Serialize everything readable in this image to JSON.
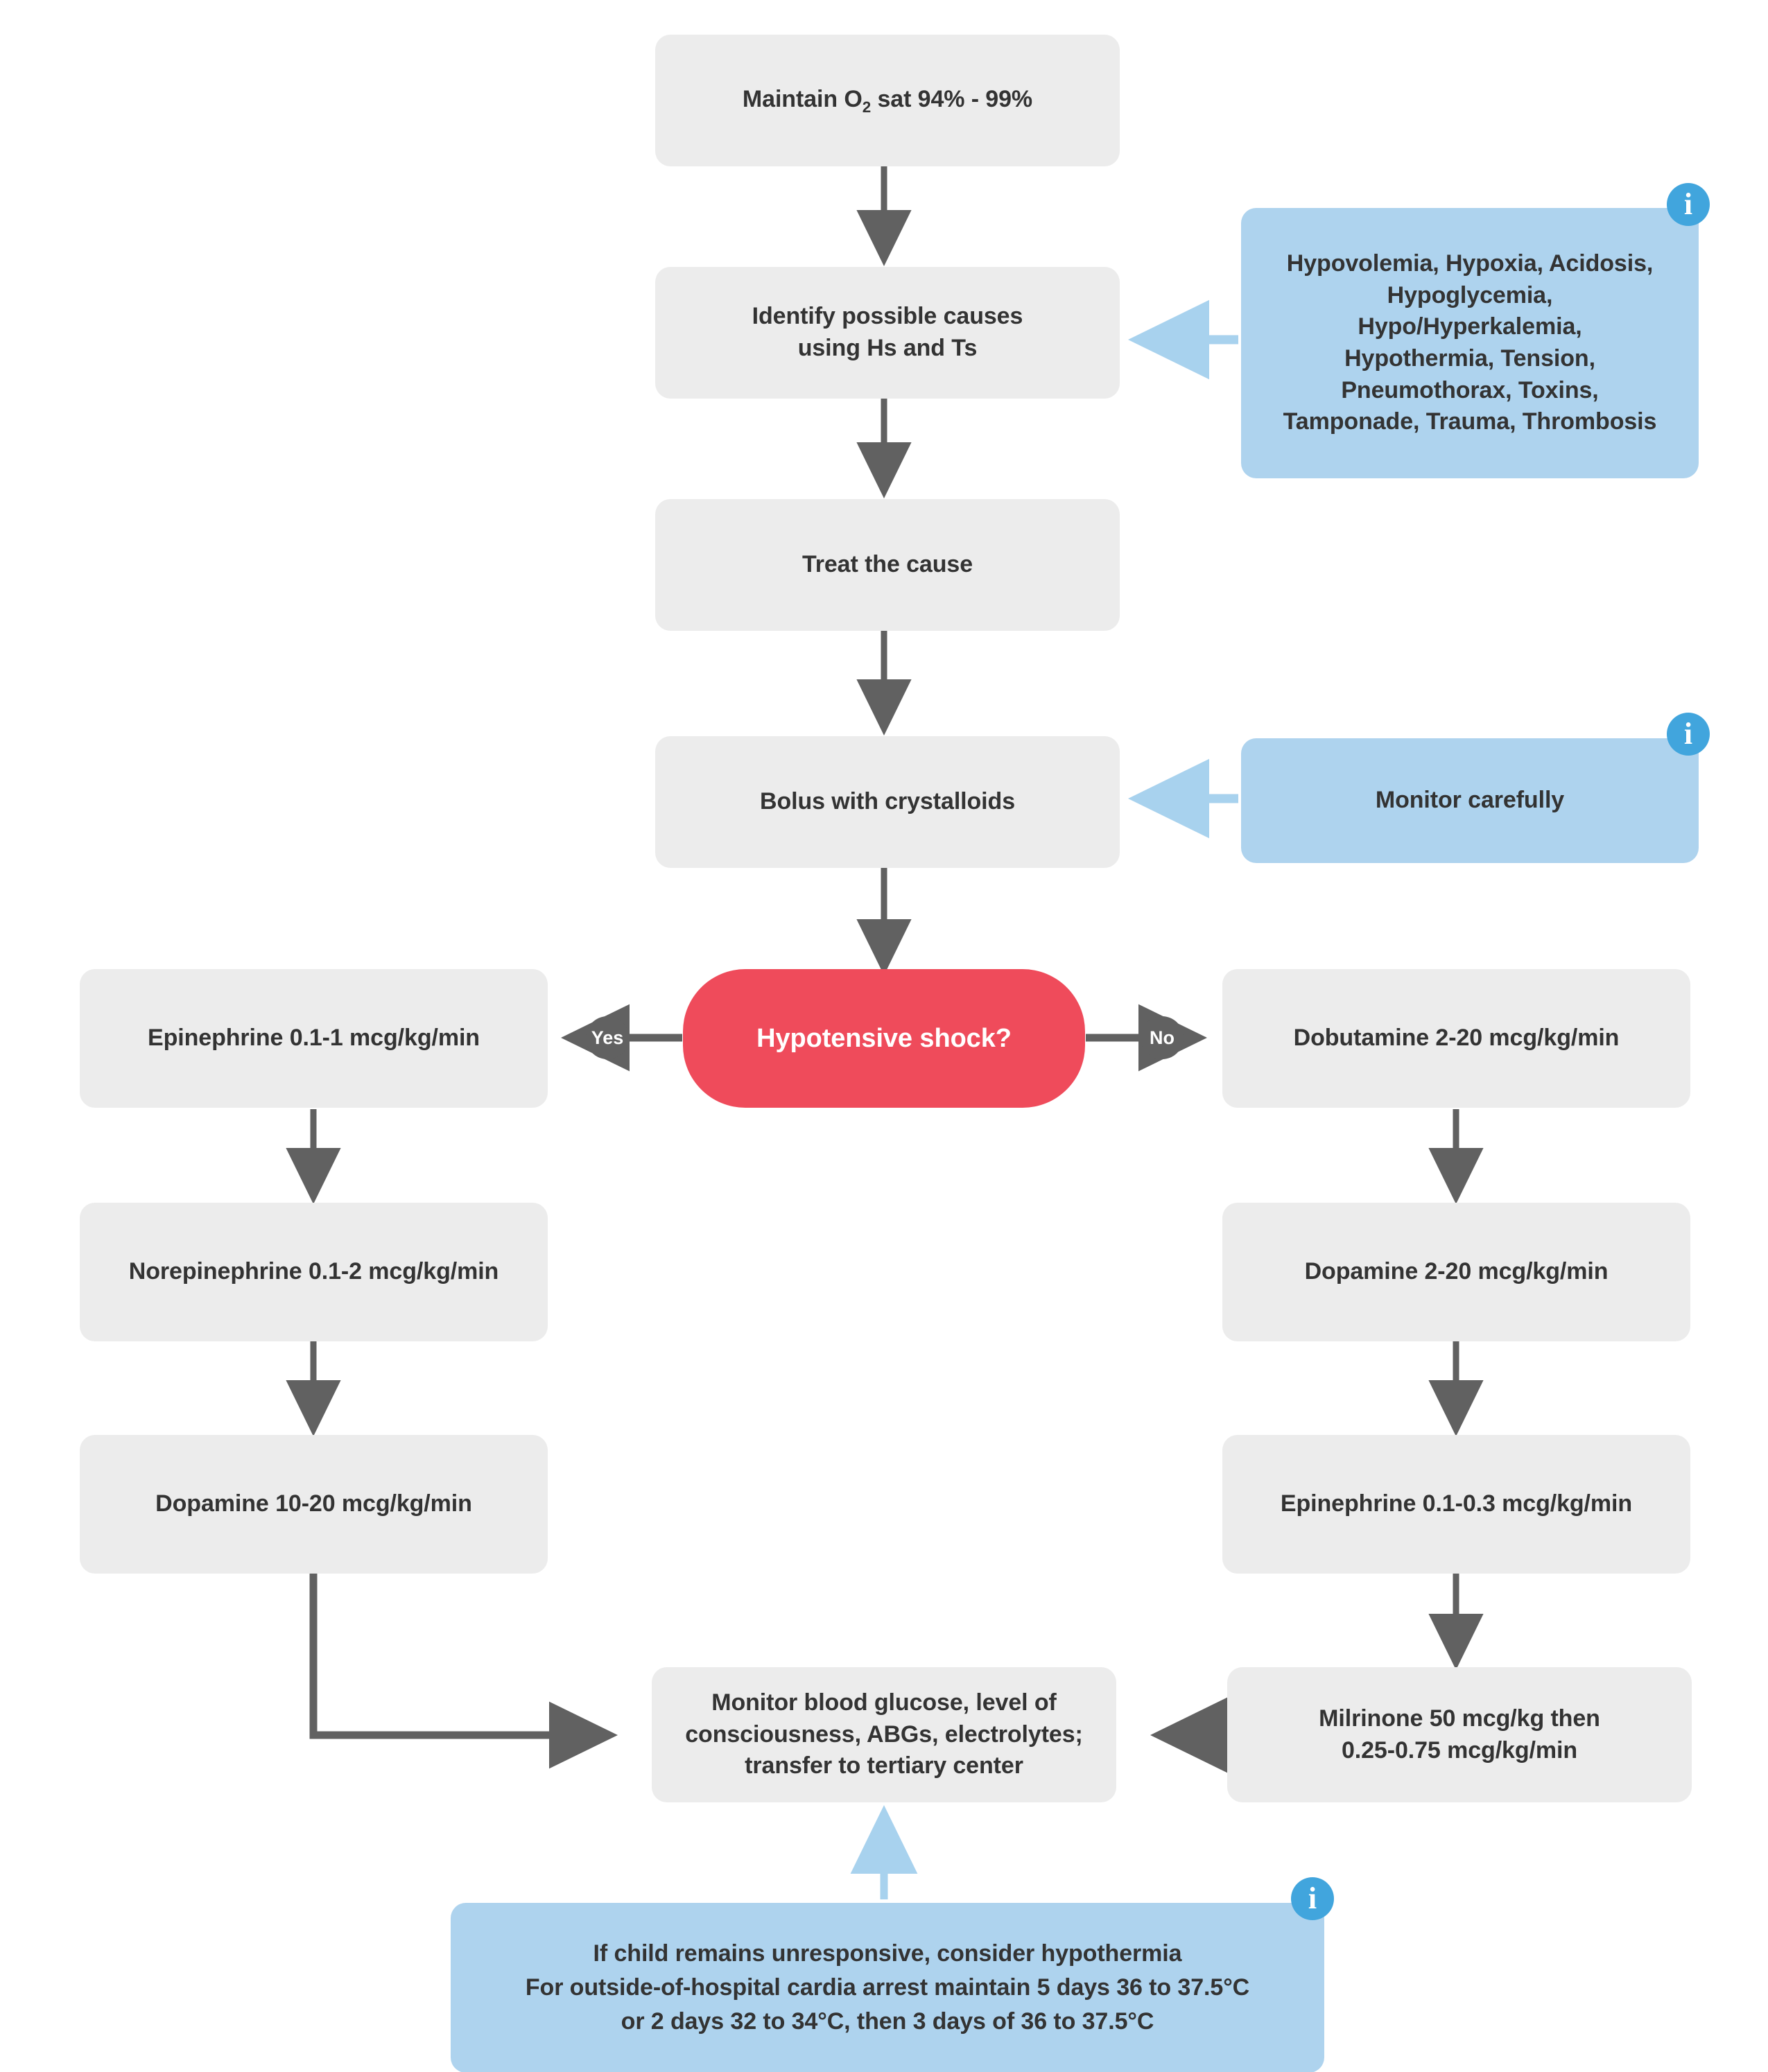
{
  "colors": {
    "process_fill": "#ececec",
    "decision_fill": "#ef4b5b",
    "note_fill": "#aed3ee",
    "info_badge": "#41a5dd",
    "arrow_gray": "#616161",
    "arrow_blue": "#a8d2ee",
    "text_dark": "#333333"
  },
  "nodes": {
    "maintain_o2": {
      "text_before": "Maintain O",
      "text_sub": "2",
      "text_after": " sat 94% - 99%"
    },
    "identify_causes": {
      "label": "Identify possible causes\nusing Hs and Ts"
    },
    "treat_cause": {
      "label": "Treat the cause"
    },
    "bolus": {
      "label": "Bolus with crystalloids"
    },
    "decision": {
      "label": "Hypotensive shock?"
    },
    "epi_left": {
      "label": "Epinephrine 0.1-1 mcg/kg/min"
    },
    "norepi": {
      "label": "Norepinephrine 0.1-2 mcg/kg/min"
    },
    "dopamine_left": {
      "label": "Dopamine 10-20 mcg/kg/min"
    },
    "dobutamine": {
      "label": "Dobutamine 2-20 mcg/kg/min"
    },
    "dopamine_right": {
      "label": "Dopamine 2-20 mcg/kg/min"
    },
    "epi_right": {
      "label": "Epinephrine 0.1-0.3 mcg/kg/min"
    },
    "milrinone": {
      "label": "Milrinone 50 mcg/kg then\n0.25-0.75 mcg/kg/min"
    },
    "monitor_final": {
      "label": "Monitor blood glucose, level of\nconsciousness, ABGs, electrolytes;\ntransfer to tertiary center"
    }
  },
  "notes": {
    "hs_and_ts": {
      "label": "Hypovolemia, Hypoxia, Acidosis,\nHypoglycemia,\nHypo/Hyperkalemia,\nHypothermia, Tension,\nPneumothorax, Toxins,\nTamponade, Trauma, Thrombosis",
      "badge": "i"
    },
    "monitor_carefully": {
      "label": "Monitor carefully",
      "badge": "i"
    },
    "hypothermia": {
      "label": "If child remains unresponsive, consider hypothermia\nFor outside-of-hospital cardia arrest maintain 5 days 36 to 37.5°C\nor 2 days 32 to 34°C, then 3 days of 36 to 37.5°C",
      "badge": "i"
    }
  },
  "branches": {
    "yes": "Yes",
    "no": "No"
  },
  "flow": {
    "type": "flowchart",
    "edges": [
      {
        "from": "maintain_o2",
        "to": "identify_causes",
        "style": "gray-down"
      },
      {
        "from": "hs_and_ts",
        "to": "identify_causes",
        "style": "blue-left"
      },
      {
        "from": "identify_causes",
        "to": "treat_cause",
        "style": "gray-down"
      },
      {
        "from": "treat_cause",
        "to": "bolus",
        "style": "gray-down"
      },
      {
        "from": "monitor_carefully",
        "to": "bolus",
        "style": "blue-left"
      },
      {
        "from": "bolus",
        "to": "decision",
        "style": "gray-down"
      },
      {
        "from": "decision",
        "to": "epi_left",
        "label": "Yes",
        "style": "gray-left"
      },
      {
        "from": "decision",
        "to": "dobutamine",
        "label": "No",
        "style": "gray-right"
      },
      {
        "from": "epi_left",
        "to": "norepi",
        "style": "gray-down"
      },
      {
        "from": "norepi",
        "to": "dopamine_left",
        "style": "gray-down"
      },
      {
        "from": "dopamine_left",
        "to": "monitor_final",
        "style": "gray-elbow"
      },
      {
        "from": "dobutamine",
        "to": "dopamine_right",
        "style": "gray-down"
      },
      {
        "from": "dopamine_right",
        "to": "epi_right",
        "style": "gray-down"
      },
      {
        "from": "epi_right",
        "to": "milrinone",
        "style": "gray-down"
      },
      {
        "from": "milrinone",
        "to": "monitor_final",
        "style": "gray-left"
      },
      {
        "from": "hypothermia",
        "to": "monitor_final",
        "style": "blue-up"
      }
    ]
  }
}
